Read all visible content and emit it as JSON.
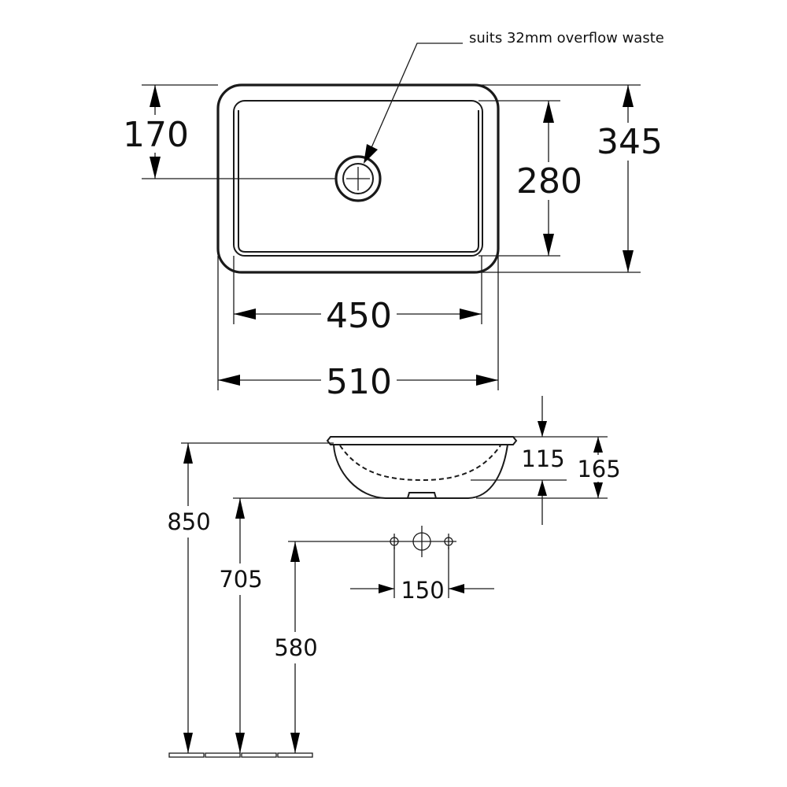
{
  "note": "suits 32mm overflow waste",
  "plan_view": {
    "dim_waste_to_edge": "170",
    "dim_inner_depth": "280",
    "dim_outer_depth": "345",
    "dim_inner_width": "450",
    "dim_outer_width": "510"
  },
  "section_view": {
    "dim_bowl_depth": "115",
    "dim_overall_height": "165",
    "dim_rim_height": "850",
    "dim_base_height": "705",
    "dim_tap_height": "580",
    "dim_tap_spacing": "150"
  }
}
